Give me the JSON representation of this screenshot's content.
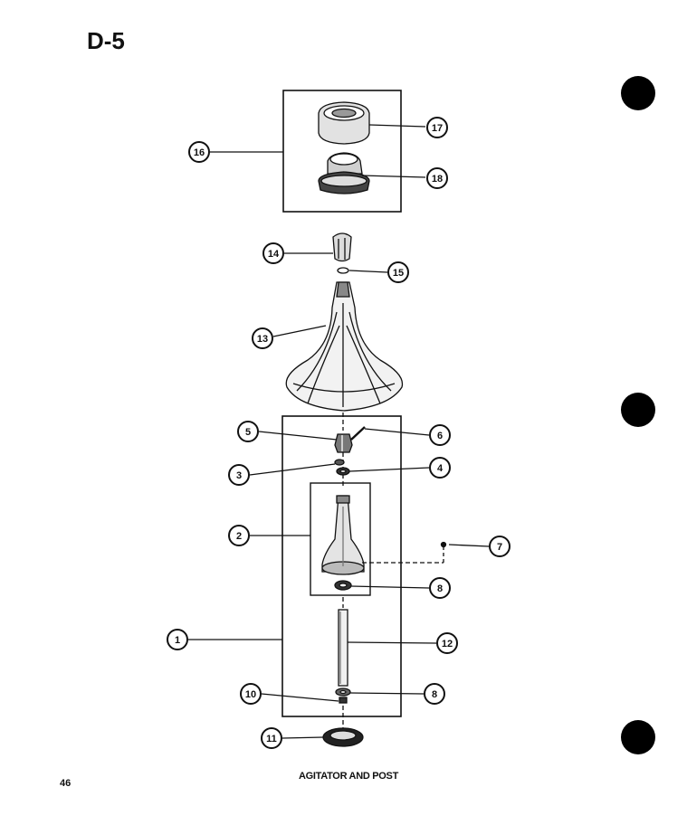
{
  "page": {
    "section_id": "D-5",
    "page_number": "46",
    "caption": "AGITATOR AND POST"
  },
  "callouts": [
    {
      "id": "c1",
      "label": "1"
    },
    {
      "id": "c2",
      "label": "2"
    },
    {
      "id": "c3",
      "label": "3"
    },
    {
      "id": "c4",
      "label": "4"
    },
    {
      "id": "c5",
      "label": "5"
    },
    {
      "id": "c6",
      "label": "6"
    },
    {
      "id": "c7",
      "label": "7"
    },
    {
      "id": "c8a",
      "label": "8"
    },
    {
      "id": "c8b",
      "label": "8"
    },
    {
      "id": "c10",
      "label": "10"
    },
    {
      "id": "c11",
      "label": "11"
    },
    {
      "id": "c12",
      "label": "12"
    },
    {
      "id": "c13",
      "label": "13"
    },
    {
      "id": "c14",
      "label": "14"
    },
    {
      "id": "c15",
      "label": "15"
    },
    {
      "id": "c16",
      "label": "16"
    },
    {
      "id": "c17",
      "label": "17"
    },
    {
      "id": "c18",
      "label": "18"
    }
  ],
  "colors": {
    "ink": "#111111",
    "paper": "#ffffff",
    "shade": "#d6d6d6"
  }
}
